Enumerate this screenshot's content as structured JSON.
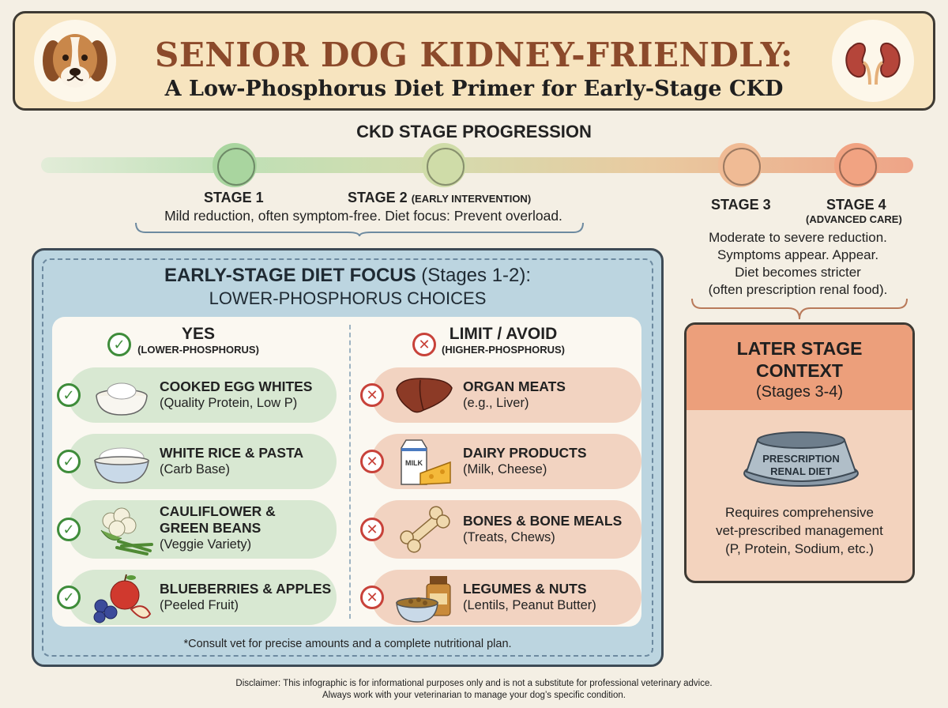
{
  "header": {
    "title": "SENIOR DOG KIDNEY-FRIENDLY:",
    "subtitle": "A Low-Phosphorus Diet Primer for Early-Stage CKD"
  },
  "timeline": {
    "title": "CKD STAGE PROGRESSION",
    "stage1": "STAGE 1",
    "stage2": "STAGE 2",
    "stage2_note": "(EARLY INTERVENTION)",
    "stage3": "STAGE 3",
    "stage4": "STAGE 4",
    "stage4_note": "(ADVANCED CARE)",
    "early_desc": "Mild reduction, often symptom-free. Diet focus: Prevent overload.",
    "late_desc": [
      "Moderate to severe reduction.",
      "Symptoms appear. Appear.",
      "Diet becomes stricter",
      "(often prescription renal food)."
    ]
  },
  "early_panel": {
    "title_bold": "EARLY-STAGE DIET FOCUS",
    "title_rest": " (Stages 1-2):",
    "subtitle": "LOWER-PHOSPHORUS CHOICES",
    "yes_title": "YES",
    "yes_sub": "(LOWER-PHOSPHORUS)",
    "no_title": "LIMIT / AVOID",
    "no_sub": "(HIGHER-PHOSPHORUS)",
    "yes_items": [
      {
        "name": "COOKED EGG WHITES",
        "desc": "(Quality Protein, Low P)",
        "icon": "egg-white-bowl-icon"
      },
      {
        "name": "WHITE RICE & PASTA",
        "desc": "(Carb Base)",
        "icon": "rice-bowl-icon"
      },
      {
        "name": "CAULIFLOWER &",
        "name2": "GREEN BEANS",
        "desc": "(Veggie Variety)",
        "icon": "cauliflower-icon"
      },
      {
        "name": "BLUEBERRIES & APPLES",
        "desc": "(Peeled Fruit)",
        "icon": "apple-blueberries-icon"
      }
    ],
    "no_items": [
      {
        "name": "ORGAN MEATS",
        "desc": "(e.g., Liver)",
        "icon": "liver-icon"
      },
      {
        "name": "DAIRY PRODUCTS",
        "desc": "(Milk, Cheese)",
        "icon": "milk-cheese-icon",
        "label": "MILK"
      },
      {
        "name": "BONES & BONE MEALS",
        "desc": "(Treats, Chews)",
        "icon": "bone-icon"
      },
      {
        "name": "LEGUMES & NUTS",
        "desc": "(Lentils, Peanut Butter)",
        "icon": "lentils-peanut-butter-icon"
      }
    ],
    "consult": "*Consult vet for precise amounts and a complete nutritional plan."
  },
  "late_panel": {
    "title_line1": "LATER STAGE",
    "title_line2": "CONTEXT",
    "stages": "(Stages 3-4)",
    "bowl_line1": "PRESCRIPTION",
    "bowl_line2": "RENAL DIET",
    "note": [
      "Requires comprehensive",
      "vet-prescribed management",
      "(P, Protein, Sodium, etc.)"
    ]
  },
  "disclaimer": [
    "Disclaimer: This infographic is for informational purposes only and is not a substitute for professional veterinary advice.",
    "Always work with your veterinarian to manage your dog’s specific condition."
  ],
  "colors": {
    "title": "#8c4a2b",
    "yes": "#3e8c3a",
    "no": "#c8423a",
    "early_panel": "#bcd5e0",
    "late_panel": "#ec9f7b"
  }
}
